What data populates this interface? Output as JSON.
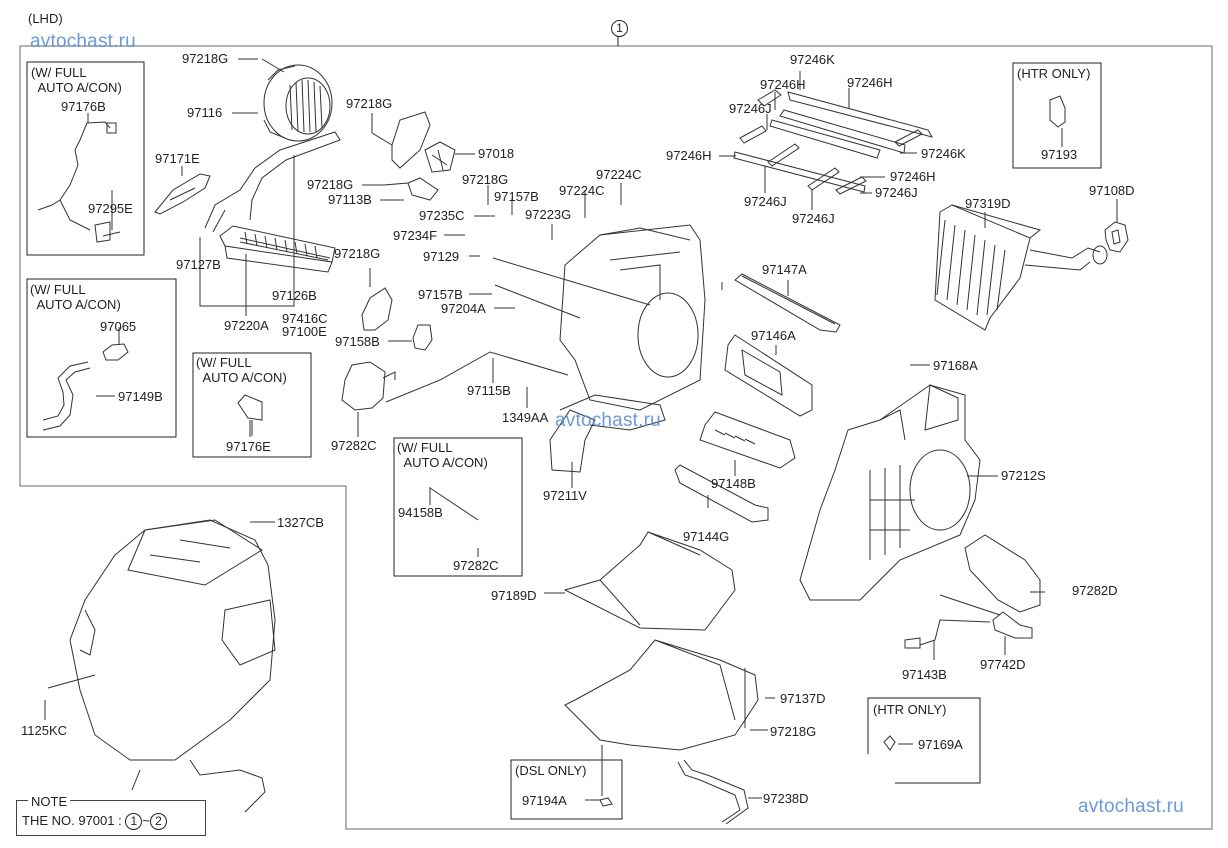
{
  "header": {
    "drive_side": "(LHD)",
    "assembly_callout": "1"
  },
  "watermarks": [
    "avtochast.ru",
    "avtochast.ru",
    "avtochast.ru"
  ],
  "option_boxes": [
    {
      "id": "full-auto-1",
      "title": "(W/ FULL\n  AUTO A/CON)",
      "parts": [
        "97176B",
        "97295E"
      ]
    },
    {
      "id": "full-auto-2",
      "title": "(W/ FULL\n  AUTO A/CON)",
      "parts": [
        "97065",
        "97149B"
      ]
    },
    {
      "id": "full-auto-3",
      "title": "(W/ FULL\n  AUTO A/CON)",
      "parts": [
        "97176E"
      ]
    },
    {
      "id": "full-auto-4",
      "title": "(W/ FULL\n  AUTO A/CON)",
      "parts": [
        "94158B",
        "97282C"
      ]
    },
    {
      "id": "htr-only-1",
      "title": "(HTR ONLY)",
      "parts": [
        "97193"
      ]
    },
    {
      "id": "htr-only-2",
      "title": "(HTR ONLY)",
      "parts": [
        "97169A"
      ]
    },
    {
      "id": "dsl-only",
      "title": "(DSL ONLY)",
      "parts": [
        "97194A"
      ]
    }
  ],
  "labels": [
    {
      "id": "97218G-a",
      "text": "97218G"
    },
    {
      "id": "97116",
      "text": "97116"
    },
    {
      "id": "97218G-b",
      "text": "97218G"
    },
    {
      "id": "97018",
      "text": "97018"
    },
    {
      "id": "97171E",
      "text": "97171E"
    },
    {
      "id": "97218G-c",
      "text": "97218G"
    },
    {
      "id": "97113B",
      "text": "97113B"
    },
    {
      "id": "97127B",
      "text": "97127B"
    },
    {
      "id": "97218G-d",
      "text": "97218G"
    },
    {
      "id": "97126B",
      "text": "97126B"
    },
    {
      "id": "97220A",
      "text": "97220A"
    },
    {
      "id": "97416C",
      "text": "97416C"
    },
    {
      "id": "97100E",
      "text": "97100E"
    },
    {
      "id": "97158B",
      "text": "97158B"
    },
    {
      "id": "97282C-a",
      "text": "97282C"
    },
    {
      "id": "97176B",
      "text": "97176B"
    },
    {
      "id": "97295E",
      "text": "97295E"
    },
    {
      "id": "97065",
      "text": "97065"
    },
    {
      "id": "97149B",
      "text": "97149B"
    },
    {
      "id": "97176E",
      "text": "97176E"
    },
    {
      "id": "97218G-e",
      "text": "97218G"
    },
    {
      "id": "97157B-a",
      "text": "97157B"
    },
    {
      "id": "97224C-a",
      "text": "97224C"
    },
    {
      "id": "97224C-b",
      "text": "97224C"
    },
    {
      "id": "97235C",
      "text": "97235C"
    },
    {
      "id": "97223G",
      "text": "97223G"
    },
    {
      "id": "97234F",
      "text": "97234F"
    },
    {
      "id": "97129",
      "text": "97129"
    },
    {
      "id": "97157B-b",
      "text": "97157B"
    },
    {
      "id": "97204A",
      "text": "97204A"
    },
    {
      "id": "97115B",
      "text": "97115B"
    },
    {
      "id": "1349AA",
      "text": "1349AA"
    },
    {
      "id": "97211V",
      "text": "97211V"
    },
    {
      "id": "94158B",
      "text": "94158B"
    },
    {
      "id": "97282C-b",
      "text": "97282C"
    },
    {
      "id": "97246K-a",
      "text": "97246K"
    },
    {
      "id": "97246H-a",
      "text": "97246H"
    },
    {
      "id": "97246H-b",
      "text": "97246H"
    },
    {
      "id": "97246J-a",
      "text": "97246J"
    },
    {
      "id": "97246H-c",
      "text": "97246H"
    },
    {
      "id": "97246K-b",
      "text": "97246K"
    },
    {
      "id": "97246H-d",
      "text": "97246H"
    },
    {
      "id": "97246J-b",
      "text": "97246J"
    },
    {
      "id": "97246J-c",
      "text": "97246J"
    },
    {
      "id": "97246J-d",
      "text": "97246J"
    },
    {
      "id": "97193",
      "text": "97193"
    },
    {
      "id": "97108D",
      "text": "97108D"
    },
    {
      "id": "97319D",
      "text": "97319D"
    },
    {
      "id": "97147A",
      "text": "97147A"
    },
    {
      "id": "97146A",
      "text": "97146A"
    },
    {
      "id": "97168A",
      "text": "97168A"
    },
    {
      "id": "97212S",
      "text": "97212S"
    },
    {
      "id": "97148B",
      "text": "97148B"
    },
    {
      "id": "97144G",
      "text": "97144G"
    },
    {
      "id": "97189D",
      "text": "97189D"
    },
    {
      "id": "97282D",
      "text": "97282D"
    },
    {
      "id": "97143B",
      "text": "97143B"
    },
    {
      "id": "97742D",
      "text": "97742D"
    },
    {
      "id": "97169A",
      "text": "97169A"
    },
    {
      "id": "97137D",
      "text": "97137D"
    },
    {
      "id": "97218G-f",
      "text": "97218G"
    },
    {
      "id": "97194A",
      "text": "97194A"
    },
    {
      "id": "97238D",
      "text": "97238D"
    },
    {
      "id": "1327CB",
      "text": "1327CB"
    },
    {
      "id": "1125KC",
      "text": "1125KC"
    }
  ],
  "note": {
    "title": "NOTE",
    "text_prefix": "THE NO.  97001  :",
    "range_start": "1",
    "range_sep": "~",
    "range_end": "2"
  },
  "colors": {
    "line": "#222222",
    "frame": "#888888",
    "watermark": "#5b8fd6"
  }
}
